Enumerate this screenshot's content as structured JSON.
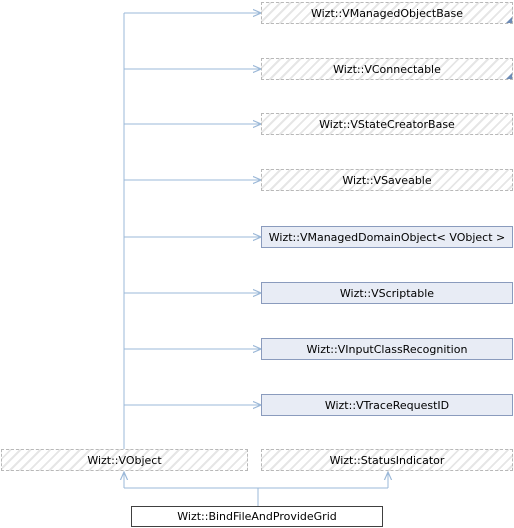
{
  "diagram": {
    "kind": "inheritance-graph",
    "colors": {
      "edge": "#9bb8d8",
      "solid_fill": "#e8ecf5",
      "solid_border": "#8a9bbd",
      "hatch_border": "#b8b8b8",
      "current_border": "#404040",
      "corner_marker": "#6d8bb6"
    },
    "nodes": [
      {
        "id": "managed-object-base",
        "label": "Wizt::VManagedObjectBase",
        "style": "hatched",
        "corner": true
      },
      {
        "id": "connectable",
        "label": "Wizt::VConnectable",
        "style": "hatched",
        "corner": true
      },
      {
        "id": "state-creator-base",
        "label": "Wizt::VStateCreatorBase",
        "style": "hatched",
        "corner": false
      },
      {
        "id": "saveable",
        "label": "Wizt::VSaveable",
        "style": "hatched",
        "corner": false
      },
      {
        "id": "managed-domain-object",
        "label": "Wizt::VManagedDomainObject< VObject >",
        "style": "solid",
        "corner": false
      },
      {
        "id": "scriptable",
        "label": "Wizt::VScriptable",
        "style": "solid",
        "corner": false
      },
      {
        "id": "input-class-recognition",
        "label": "Wizt::VInputClassRecognition",
        "style": "solid",
        "corner": false
      },
      {
        "id": "trace-request-id",
        "label": "Wizt::VTraceRequestID",
        "style": "solid",
        "corner": false
      },
      {
        "id": "vobject",
        "label": "Wizt::VObject",
        "style": "hatched",
        "corner": false
      },
      {
        "id": "status-indicator",
        "label": "Wizt::StatusIndicator",
        "style": "hatched",
        "corner": false
      },
      {
        "id": "bind-file-and-provide-grid",
        "label": "Wizt::BindFileAndProvideGrid",
        "style": "current",
        "corner": false
      }
    ],
    "edges": [
      {
        "from": "vobject",
        "to": "managed-object-base"
      },
      {
        "from": "vobject",
        "to": "connectable"
      },
      {
        "from": "vobject",
        "to": "state-creator-base"
      },
      {
        "from": "vobject",
        "to": "saveable"
      },
      {
        "from": "vobject",
        "to": "managed-domain-object"
      },
      {
        "from": "vobject",
        "to": "scriptable"
      },
      {
        "from": "vobject",
        "to": "input-class-recognition"
      },
      {
        "from": "vobject",
        "to": "trace-request-id"
      },
      {
        "from": "bind-file-and-provide-grid",
        "to": "vobject"
      },
      {
        "from": "bind-file-and-provide-grid",
        "to": "status-indicator"
      }
    ]
  }
}
